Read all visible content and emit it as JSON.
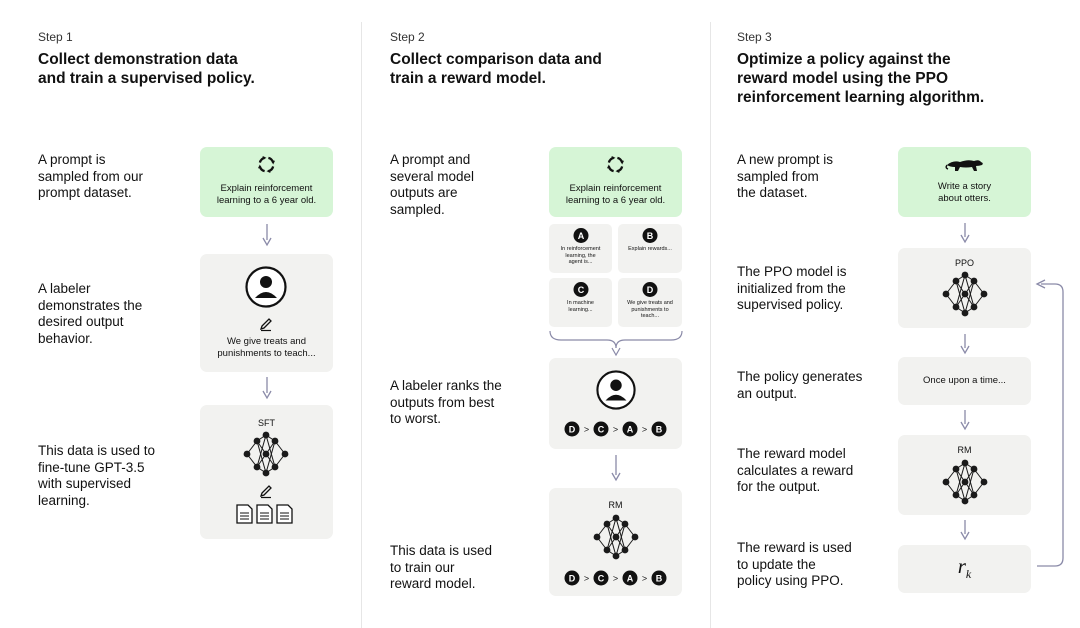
{
  "step1": {
    "label": "Step 1",
    "title_line1": "Collect demonstration data",
    "title_line2": "and train a supervised policy.",
    "desc1": [
      "A prompt is",
      "sampled from our",
      "prompt dataset."
    ],
    "prompt_text": [
      "Explain reinforcement",
      "learning to a 6 year old."
    ],
    "desc2": [
      "A labeler",
      "demonstrates the",
      "desired output",
      "behavior."
    ],
    "labeler_text": [
      "We give treats and",
      "punishments to teach..."
    ],
    "desc3": [
      "This data is used to",
      "fine-tune GPT-3.5",
      "with supervised",
      "learning."
    ],
    "model_label": "SFT"
  },
  "step2": {
    "label": "Step 2",
    "title_line1": "Collect comparison data and",
    "title_line2": "train a reward model.",
    "desc1": [
      "A prompt and",
      "several model",
      "outputs are",
      "sampled."
    ],
    "prompt_text": [
      "Explain reinforcement",
      "learning to a 6 year old."
    ],
    "outputs": [
      {
        "letter": "A",
        "text": [
          "In reinforcement",
          "learning, the",
          "agent is..."
        ]
      },
      {
        "letter": "B",
        "text": [
          "Explain rewards..."
        ]
      },
      {
        "letter": "C",
        "text": [
          "In machine",
          "learning..."
        ]
      },
      {
        "letter": "D",
        "text": [
          "We give treats and",
          "punishments to",
          "teach..."
        ]
      }
    ],
    "desc2": [
      "A labeler ranks the",
      "outputs from best",
      "to worst."
    ],
    "ranking": [
      "D",
      "C",
      "A",
      "B"
    ],
    "ranking_sep": ">",
    "desc3": [
      "This data is used",
      "to train our",
      "reward model."
    ],
    "model_label": "RM"
  },
  "step3": {
    "label": "Step 3",
    "title_line1": "Optimize a policy against the",
    "title_line2": "reward model using the PPO",
    "title_line3": "reinforcement learning algorithm.",
    "desc1": [
      "A new prompt is",
      "sampled from",
      "the dataset."
    ],
    "prompt_text": [
      "Write a story",
      "about otters."
    ],
    "desc2": [
      "The PPO model is",
      "initialized from the",
      "supervised policy."
    ],
    "ppo_label": "PPO",
    "desc3": [
      "The policy generates",
      "an output."
    ],
    "output_text": "Once upon a time...",
    "desc4": [
      "The reward model",
      "calculates a reward",
      "for the output."
    ],
    "rm_label": "RM",
    "desc5": [
      "The reward is used",
      "to update the",
      "policy using PPO."
    ],
    "reward_symbol": "r",
    "reward_sub": "k"
  },
  "colors": {
    "prompt_card": "#d6f5d6",
    "card": "#f2f2f0",
    "node": "#1a1a1a",
    "arrow": "#8a8aa8"
  }
}
